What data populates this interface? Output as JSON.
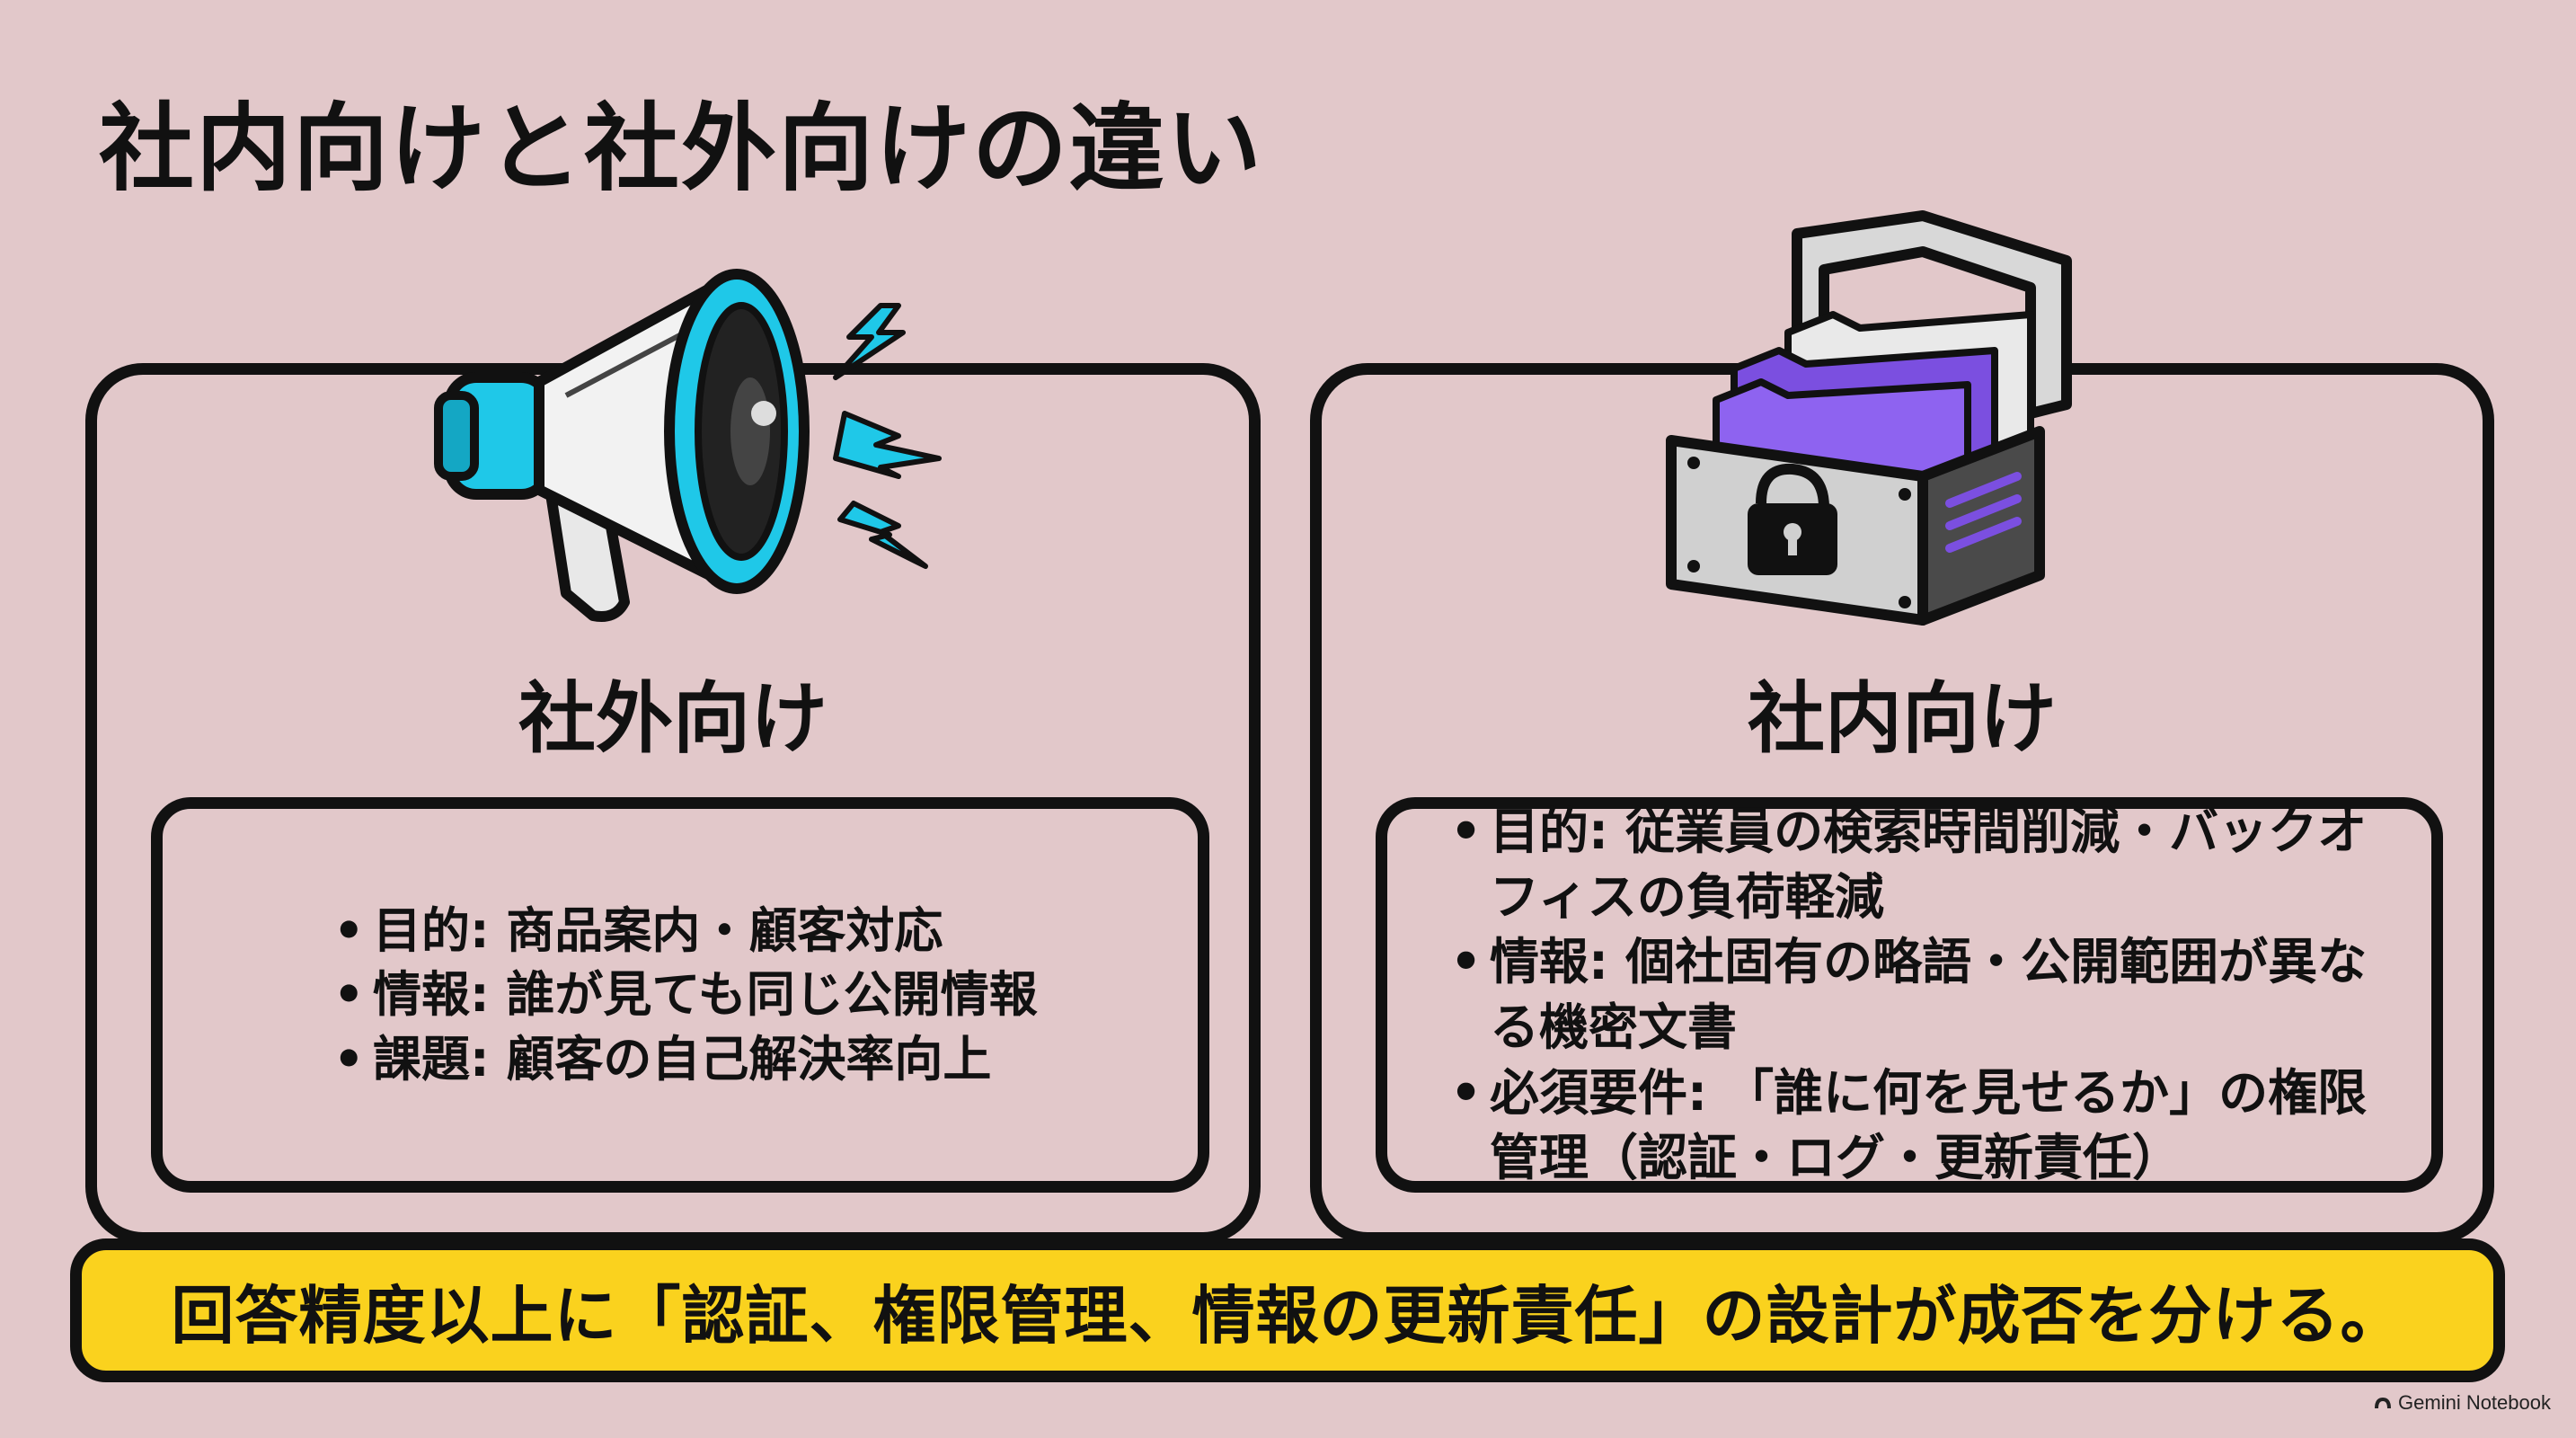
{
  "title": "社内向けと社外向けの違い",
  "external": {
    "heading": "社外向け",
    "icon": "megaphone-icon",
    "bullets": [
      "目的: 商品案内・顧客対応",
      "情報: 誰が見ても同じ公開情報",
      "課題: 顧客の自己解決率向上"
    ]
  },
  "internal": {
    "heading": "社内向け",
    "icon": "locked-file-cabinet-icon",
    "bullets": [
      "目的: 従業員の検索時間削減・バックオフィスの負荷軽減",
      "情報: 個社固有の略語・公開範囲が異なる機密文書",
      "必須要件: 「誰に何を見せるか」の権限管理（認証・ログ・更新責任）"
    ]
  },
  "banner": "回答精度以上に「認証、権限管理、情報の更新責任」の設計が成否を分ける。",
  "footer": {
    "label": "Gemini Notebook",
    "icon": "notebook-logo-icon"
  },
  "colors": {
    "background": "#e2c8ca",
    "banner": "#fad21e",
    "accent_cyan": "#1fc8e8",
    "accent_purple": "#7b4fe0",
    "outline": "#111111"
  }
}
